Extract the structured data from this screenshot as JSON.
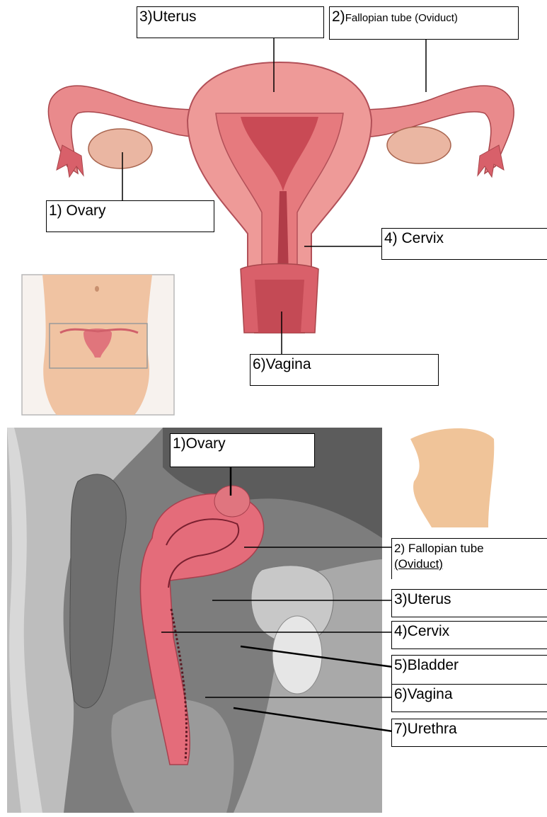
{
  "top_diagram": {
    "labels": {
      "uterus": "3)Uterus",
      "fallopian_number": "2)",
      "fallopian_text": "Fallopian tube (Oviduct)",
      "ovary": "1) Ovary",
      "cervix": "4) Cervix",
      "vagina": "6)Vagina"
    }
  },
  "bottom_diagram": {
    "labels": {
      "ovary": "1)Ovary",
      "fallopian_line1": "2) Fallopian tube",
      "fallopian_line2": "(Oviduct)",
      "uterus": "3)Uterus",
      "cervix": "4)Cervix",
      "bladder": "5)Bladder",
      "vagina": "6)Vagina",
      "urethra": "7)Urethra"
    }
  },
  "colors": {
    "tissue_pink": "#e8878a",
    "tissue_dark": "#c9454f",
    "ovary_tan": "#e7b9a6",
    "skin": "#f2c7a8",
    "gray_bg": "#6b6b6b"
  }
}
